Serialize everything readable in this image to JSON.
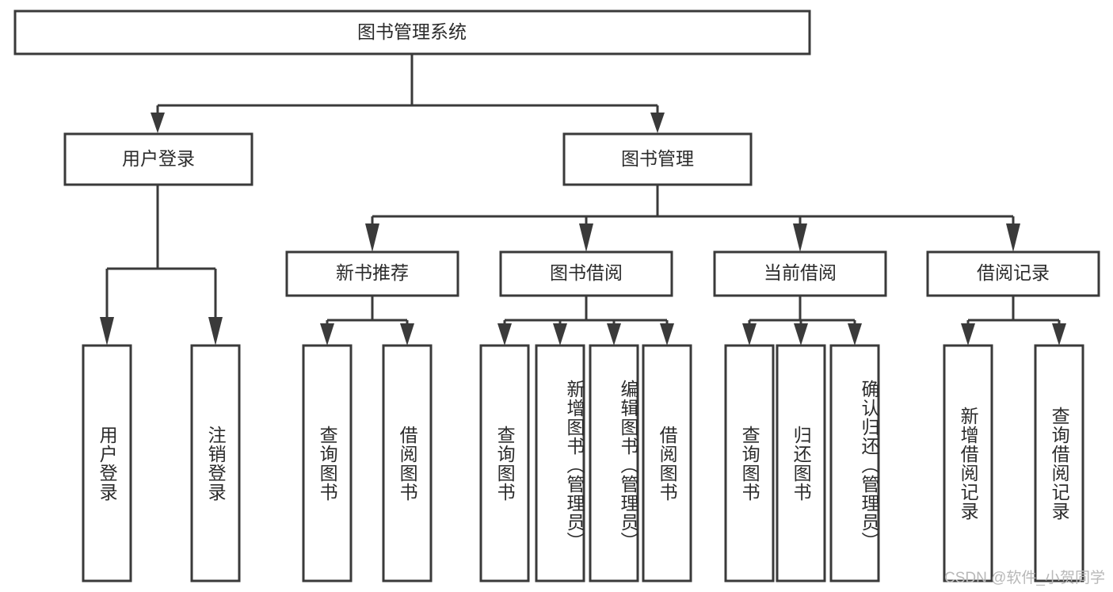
{
  "diagram": {
    "title_root": "图书管理系统",
    "watermark": "CSDN @软件_小贺同学",
    "level2": [
      {
        "id": "user-login",
        "label": "用户登录"
      },
      {
        "id": "book-management",
        "label": "图书管理"
      }
    ],
    "level3": [
      {
        "id": "new-book-recommend",
        "label": "新书推荐"
      },
      {
        "id": "book-borrow",
        "label": "图书借阅"
      },
      {
        "id": "current-borrow",
        "label": "当前借阅"
      },
      {
        "id": "borrow-record",
        "label": "借阅记录"
      }
    ],
    "leaves": [
      {
        "id": "leaf-user-login",
        "label": "用户登录"
      },
      {
        "id": "leaf-logout-login",
        "label": "注销登录"
      },
      {
        "id": "leaf-query-book-1",
        "label": "查询图书"
      },
      {
        "id": "leaf-borrow-book-1",
        "label": "借阅图书"
      },
      {
        "id": "leaf-query-book-2",
        "label": "查询图书"
      },
      {
        "id": "leaf-add-book",
        "label": "新增图书（管理员）"
      },
      {
        "id": "leaf-edit-book",
        "label": "编辑图书（管理员）"
      },
      {
        "id": "leaf-borrow-book-2",
        "label": "借阅图书"
      },
      {
        "id": "leaf-query-book-3",
        "label": "查询图书"
      },
      {
        "id": "leaf-return-book",
        "label": "归还图书"
      },
      {
        "id": "leaf-confirm-return",
        "label": "确认归还（管理员）"
      },
      {
        "id": "leaf-add-record",
        "label": "新增借阅记录"
      },
      {
        "id": "leaf-query-record",
        "label": "查询借阅记录"
      }
    ]
  },
  "colors": {
    "stroke": "#3a3a3a",
    "text": "#2b2b2b",
    "background": "#ffffff",
    "watermark": "#b8b8b8"
  }
}
